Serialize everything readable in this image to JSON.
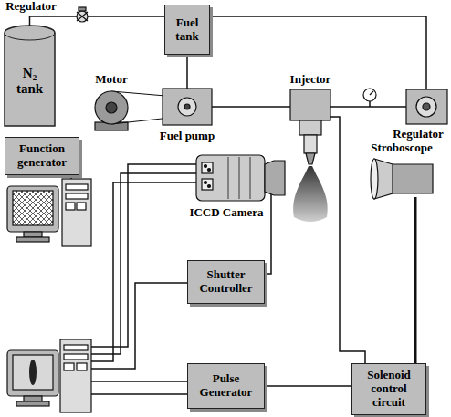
{
  "diagram": {
    "nodes": [
      {
        "text": [
          "N₂ tank"
        ]
      },
      {
        "text": [
          "Fuel tank"
        ]
      },
      {
        "text": [
          "Function generator"
        ]
      },
      {
        "text": [
          "Shutter Controller"
        ]
      },
      {
        "text": [
          "Pulse Generator"
        ]
      },
      {
        "text": [
          "Solenoid control circuit"
        ]
      }
    ],
    "edges": [
      {
        "from": 0,
        "to": 1,
        "arrow": "none"
      },
      {
        "from": 4,
        "to": 5,
        "arrow": "none"
      }
    ],
    "labels": [
      "Regulator",
      "Motor",
      "Fuel pump",
      "Injector",
      "Regulator",
      "Stroboscope",
      "ICCD Camera"
    ]
  }
}
